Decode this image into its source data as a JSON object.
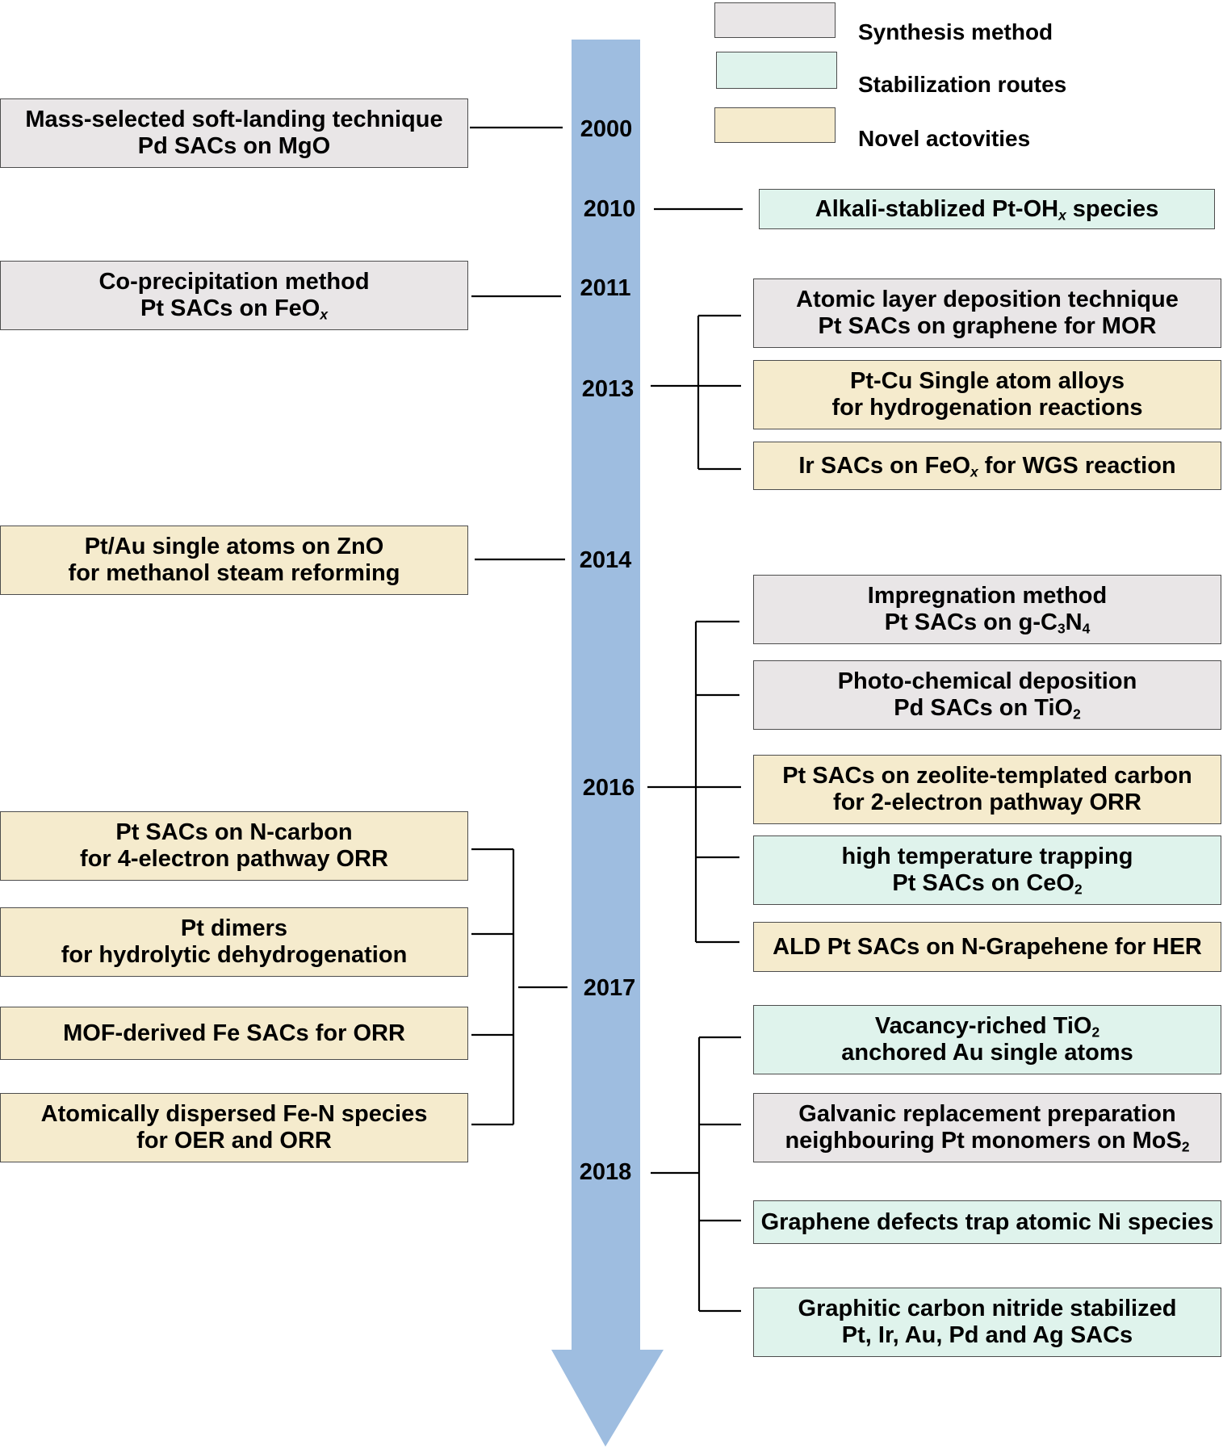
{
  "legend": [
    {
      "label": "Synthesis method",
      "category": "synthesis"
    },
    {
      "label": "Stabilization routes",
      "category": "stabilization"
    },
    {
      "label": "Novel actovities",
      "category": "activity"
    }
  ],
  "colors": {
    "synthesis": "#e9e6e7",
    "stabilization": "#dff3ec",
    "activity": "#f5ebcd",
    "arrow": "#9ebde0",
    "connector": "#000000"
  },
  "years": [
    "2000",
    "2010",
    "2011",
    "2013",
    "2014",
    "2016",
    "2017",
    "2018"
  ],
  "events": [
    {
      "id": "e2000",
      "year": "2000",
      "category": "synthesis",
      "lines": [
        "Mass-selected soft-landing technique",
        "Pd SACs on MgO"
      ]
    },
    {
      "id": "e2010",
      "year": "2010",
      "category": "stabilization",
      "lines": [
        "Alkali-stablized Pt-OH<sub><i>x</i></sub> species"
      ]
    },
    {
      "id": "e2011",
      "year": "2011",
      "category": "synthesis",
      "lines": [
        "Co-precipitation method",
        "Pt SACs on FeO<sub><i>x</i></sub>"
      ]
    },
    {
      "id": "e2013a",
      "year": "2013",
      "category": "synthesis",
      "lines": [
        "Atomic layer deposition technique",
        "Pt SACs on graphene for MOR"
      ]
    },
    {
      "id": "e2013b",
      "year": "2013",
      "category": "activity",
      "lines": [
        "Pt-Cu Single atom alloys",
        "for hydrogenation reactions"
      ]
    },
    {
      "id": "e2013c",
      "year": "2013",
      "category": "activity",
      "lines": [
        "Ir SACs on FeO<sub><i>x</i></sub> for WGS reaction"
      ]
    },
    {
      "id": "e2014",
      "year": "2014",
      "category": "activity",
      "lines": [
        "Pt/Au single atoms on ZnO",
        "for methanol steam reforming"
      ]
    },
    {
      "id": "e2016a",
      "year": "2016",
      "category": "synthesis",
      "lines": [
        "Impregnation method",
        "Pt SACs on g-C<sub>3</sub>N<sub>4</sub>"
      ]
    },
    {
      "id": "e2016b",
      "year": "2016",
      "category": "synthesis",
      "lines": [
        "Photo-chemical deposition",
        "Pd SACs on TiO<sub>2</sub>"
      ]
    },
    {
      "id": "e2016c",
      "year": "2016",
      "category": "activity",
      "lines": [
        "Pt SACs on zeolite-templated carbon",
        "for 2-electron pathway ORR"
      ]
    },
    {
      "id": "e2016d",
      "year": "2016",
      "category": "stabilization",
      "lines": [
        "high temperature trapping",
        "Pt SACs on CeO<sub>2</sub>"
      ]
    },
    {
      "id": "e2016e",
      "year": "2016",
      "category": "activity",
      "lines": [
        "ALD Pt SACs on N-Grapehene for HER"
      ]
    },
    {
      "id": "e2017a",
      "year": "2017",
      "category": "activity",
      "lines": [
        "Pt SACs on N-carbon",
        "for 4-electron pathway ORR"
      ]
    },
    {
      "id": "e2017b",
      "year": "2017",
      "category": "activity",
      "lines": [
        "Pt dimers",
        "for hydrolytic dehydrogenation"
      ]
    },
    {
      "id": "e2017c",
      "year": "2017",
      "category": "activity",
      "lines": [
        "MOF-derived Fe SACs for ORR"
      ]
    },
    {
      "id": "e2017d",
      "year": "2017",
      "category": "activity",
      "lines": [
        "Atomically dispersed Fe-N species",
        "for OER and ORR"
      ]
    },
    {
      "id": "e2018a",
      "year": "2018",
      "category": "stabilization",
      "lines": [
        "Vacancy-riched TiO<sub>2</sub>",
        "anchored Au single atoms"
      ]
    },
    {
      "id": "e2018b",
      "year": "2018",
      "category": "synthesis",
      "lines": [
        "Galvanic replacement preparation",
        "neighbouring Pt monomers on MoS<sub>2</sub>"
      ]
    },
    {
      "id": "e2018c",
      "year": "2018",
      "category": "stabilization",
      "lines": [
        "Graphene defects trap atomic Ni species"
      ]
    },
    {
      "id": "e2018d",
      "year": "2018",
      "category": "stabilization",
      "lines": [
        "Graphitic carbon nitride stabilized",
        "Pt, Ir, Au, Pd and Ag SACs"
      ]
    }
  ]
}
